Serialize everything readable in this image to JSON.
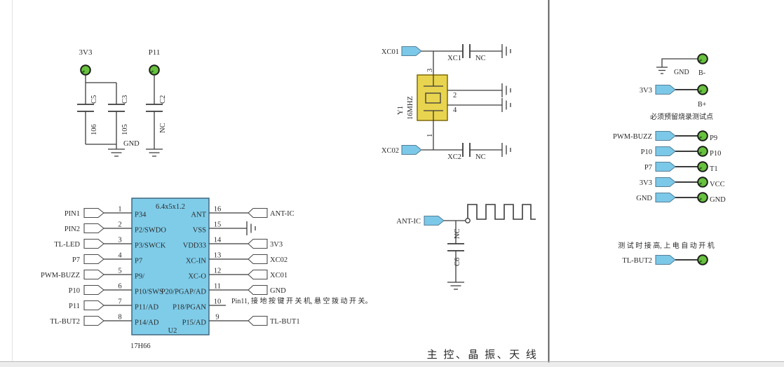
{
  "canvas": {
    "title": "主 控、晶 振、天 线"
  },
  "colors": {
    "flag_blue": "#7cc8e8",
    "ic_fill": "#7fcce9",
    "crystal_fill": "#e9d44f",
    "pad_green": "#68c13f",
    "wire": "#3b3b3b"
  },
  "decoupling": {
    "net1": "3V3",
    "net2": "P11",
    "gnd": "GND",
    "c5": {
      "ref": "C5",
      "val": "106"
    },
    "c3": {
      "ref": "C3",
      "val": "105"
    },
    "c2": {
      "ref": "C2",
      "val": "NC"
    }
  },
  "mcu": {
    "ref": "U2",
    "pkg": "6.4x5x1.2",
    "part": "17H66",
    "note": "Pin11, 接 地 按 键 开 关 机, 悬 空 拨 动 开 关。",
    "l": [
      {
        "n": "1",
        "p": "P34",
        "net": "PIN1"
      },
      {
        "n": "2",
        "p": "P2/SWDO",
        "net": "PIN2"
      },
      {
        "n": "3",
        "p": "P3/SWCK",
        "net": "TL-LED"
      },
      {
        "n": "4",
        "p": "P7",
        "net": "P7"
      },
      {
        "n": "5",
        "p": "P9/",
        "net": "PWM-BUZZ"
      },
      {
        "n": "6",
        "p": "P10/SWS",
        "net": "P10"
      },
      {
        "n": "7",
        "p": "P11/AD",
        "net": "P11"
      },
      {
        "n": "8",
        "p": "P14/AD",
        "net": "TL-BUT2"
      }
    ],
    "r": [
      {
        "n": "16",
        "p": "ANT",
        "net": "ANT-IC"
      },
      {
        "n": "15",
        "p": "VSS",
        "net": ""
      },
      {
        "n": "14",
        "p": "VDD33",
        "net": "3V3"
      },
      {
        "n": "13",
        "p": "XC-IN",
        "net": "XC02"
      },
      {
        "n": "12",
        "p": "XC-O",
        "net": "XC01"
      },
      {
        "n": "11",
        "p": "P20/PGAP/AD",
        "net": "GND"
      },
      {
        "n": "10",
        "p": "P18/PGAN",
        "net": ""
      },
      {
        "n": "9",
        "p": "P15/AD",
        "net": "TL-BUT1"
      }
    ]
  },
  "xtal": {
    "ref": "Y1",
    "val": "16MHZ",
    "net_top": "XC01",
    "net_bot": "XC02",
    "pin_top": "3",
    "pin_bot": "1",
    "pin_r1": "2",
    "pin_r2": "4",
    "c_top": {
      "ref": "XC1",
      "val": "NC"
    },
    "c_bot": {
      "ref": "XC2",
      "val": "NC"
    }
  },
  "ant": {
    "net": "ANT-IC",
    "cap_ref": "C6",
    "cap_val": "NC"
  },
  "tp": {
    "gnd": "GND",
    "bminus": "B-",
    "v33": "3V3",
    "bplus": "B+",
    "note1": "必须预留烧录测试点",
    "rows": [
      {
        "net": "PWM-BUZZ",
        "tp": "P9"
      },
      {
        "net": "P10",
        "tp": "P10"
      },
      {
        "net": "P7",
        "tp": "T1"
      },
      {
        "net": "3V3",
        "tp": "VCC"
      },
      {
        "net": "GND",
        "tp": "GND"
      }
    ],
    "note2": "测 试 时 接 高, 上 电 自 动 开 机",
    "but2": "TL-BUT2"
  }
}
